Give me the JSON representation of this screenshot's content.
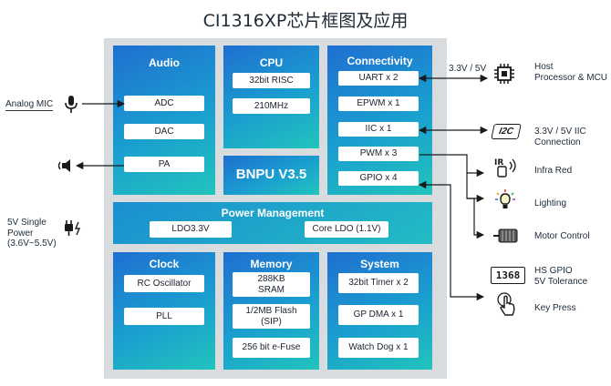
{
  "title": "CI1316XP芯片框图及应用",
  "blocks": {
    "audio": {
      "title": "Audio",
      "items": [
        "ADC",
        "DAC",
        "PA"
      ]
    },
    "cpu": {
      "title": "CPU",
      "items": [
        "32bit RISC",
        "210MHz"
      ]
    },
    "bnpu": {
      "title": "BNPU V3.5"
    },
    "connectivity": {
      "title": "Connectivity",
      "items": [
        "UART x 2",
        "EPWM x 1",
        "IIC x 1",
        "PWM x 3",
        "GPIO x 4"
      ]
    },
    "power": {
      "title": "Power Management",
      "items": [
        "LDO3.3V",
        "Core LDO (1.1V)"
      ]
    },
    "clock": {
      "title": "Clock",
      "items": [
        "RC Oscillator",
        "PLL"
      ]
    },
    "memory": {
      "title": "Memory",
      "items": [
        "288KB\nSRAM",
        "1/2MB Flash\n(SIP)",
        "256 bit e-Fuse"
      ]
    },
    "system": {
      "title": "System",
      "items": [
        "32bit Timer x 2",
        "GP DMA x 1",
        "Watch Dog x 1"
      ]
    }
  },
  "left": {
    "analog_mic": "Analog MIC",
    "power_label": "5V Single\nPower\n(3.6V~5.5V)"
  },
  "right": {
    "voltage": "3.3V / 5V",
    "host": "Host\nProcessor & MCU",
    "iic_badge": "I2C",
    "iic": "3.3V / 5V IIC\nConnection",
    "infra_red": "Infra Red",
    "lighting": "Lighting",
    "motor": "Motor Control",
    "gpio_display": "1368",
    "gpio": "HS GPIO\n5V Tolerance",
    "key": "Key Press"
  },
  "colors": {
    "block_start": "#1f6fd1",
    "block_end": "#22c4bc",
    "chip_bg": "#d9dcdf"
  }
}
